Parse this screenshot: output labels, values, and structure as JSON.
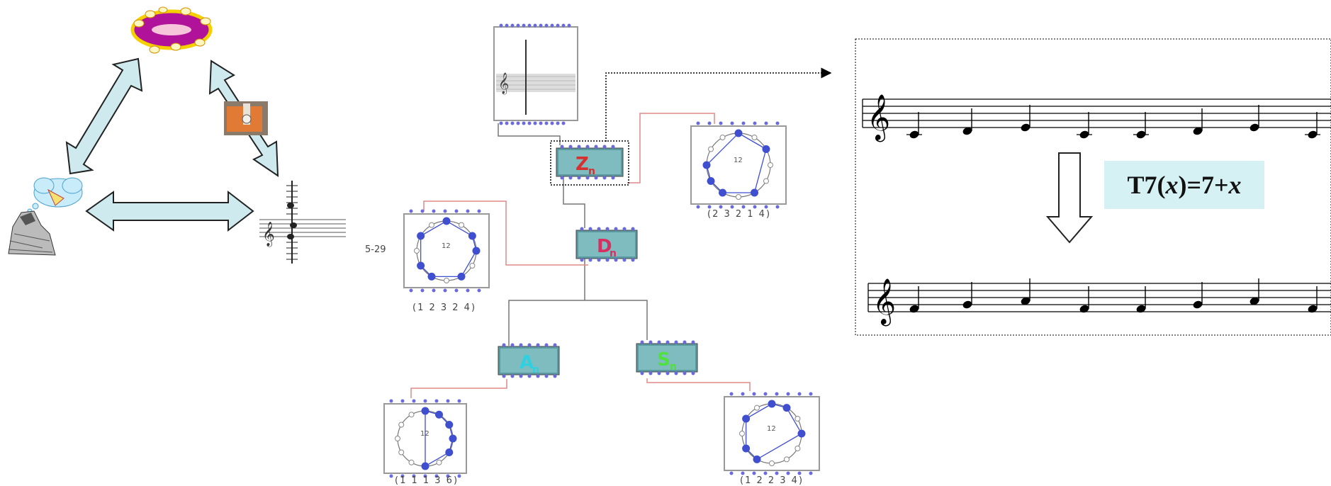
{
  "labels": {
    "set_class": "5-29",
    "vec_top_right": "(2 3 2 1 4)",
    "vec_left": "(1 2 3 2 4)",
    "vec_bottom_left": "(1 1 1 3 6)",
    "vec_bottom_right": "(1 2 2 3 4)",
    "circle_number": "12",
    "box_z": "Z",
    "box_d": "D",
    "box_a": "A",
    "box_s": "S",
    "box_sub": "n"
  },
  "formula": {
    "prefix": "T7(",
    "var": "x",
    "middle": ")=7+",
    "var2": "x"
  },
  "colors": {
    "arrow_fill": "#cfeaee",
    "formula_bg": "#d6f1f3",
    "node_blue": "#3f4fcf",
    "link_red": "#e08a8a",
    "link_gray": "#777777"
  },
  "icons": [
    "torus-icon",
    "composer-icon",
    "thought-bubble-icon",
    "score-fragment-icon",
    "hand-tool-icon",
    "treble-clef-icon"
  ]
}
